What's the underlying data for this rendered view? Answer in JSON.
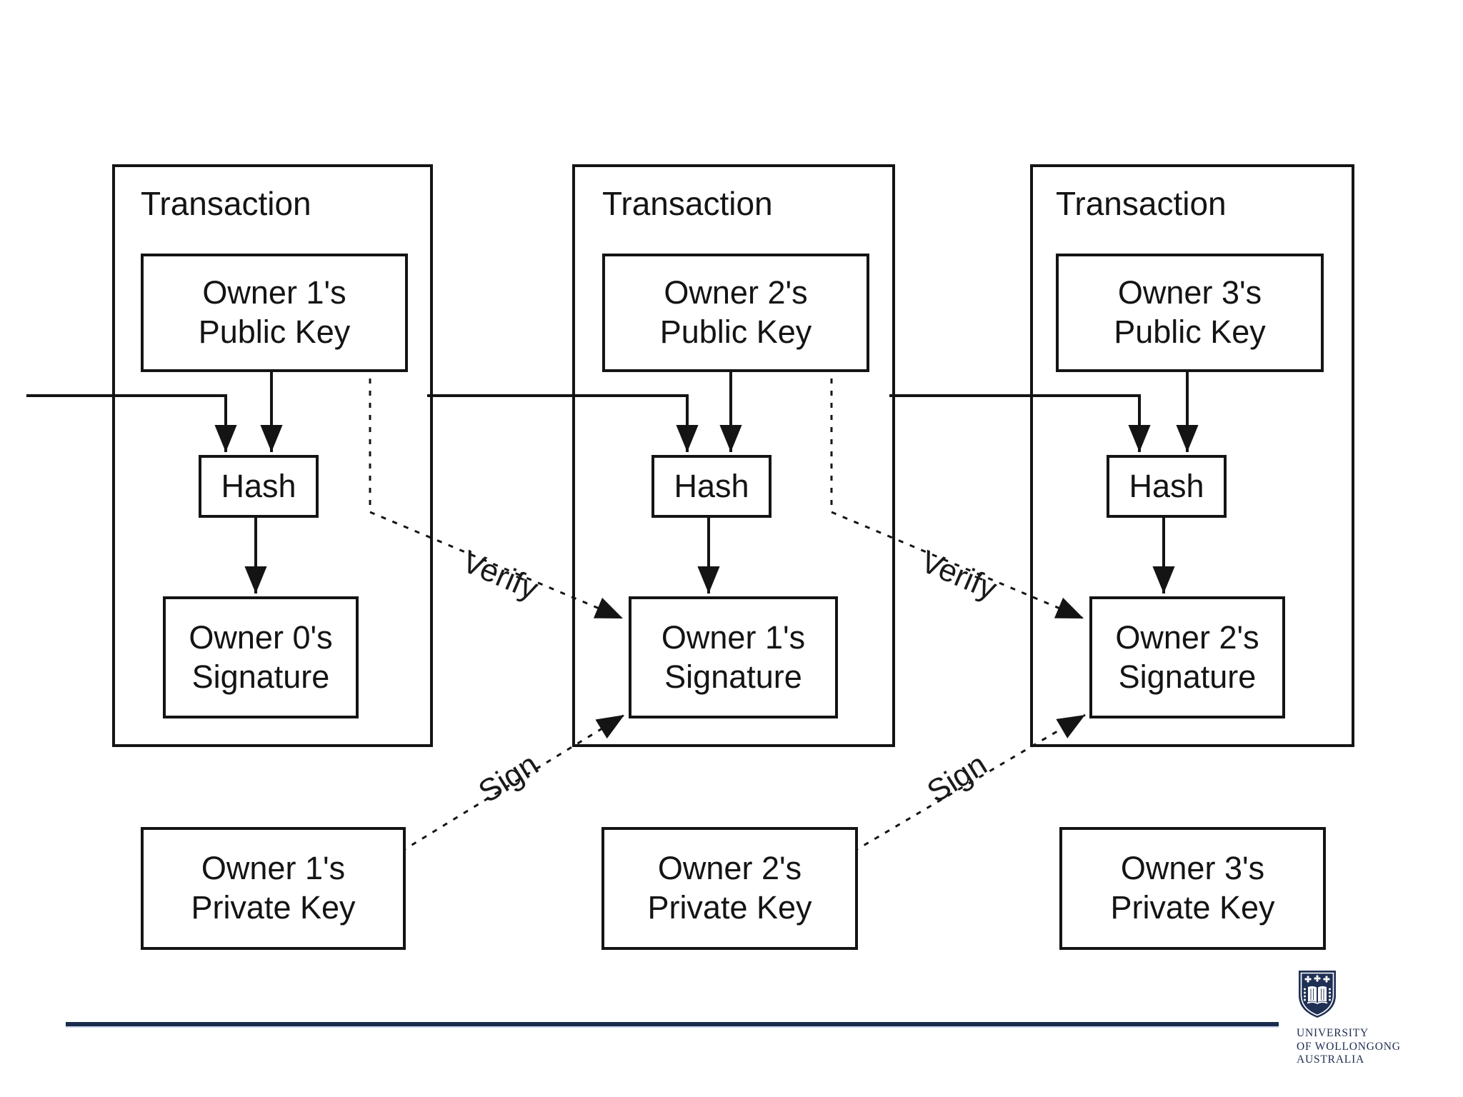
{
  "slide": {
    "background": "#ffffff",
    "ink_color": "#141414"
  },
  "diagram": {
    "transactions": [
      {
        "title": "Transaction",
        "public_key": "Owner 1's\nPublic Key",
        "hash_label": "Hash",
        "signature": "Owner 0's\nSignature"
      },
      {
        "title": "Transaction",
        "public_key": "Owner 2's\nPublic Key",
        "hash_label": "Hash",
        "signature": "Owner 1's\nSignature"
      },
      {
        "title": "Transaction",
        "public_key": "Owner 3's\nPublic Key",
        "hash_label": "Hash",
        "signature": "Owner 2's\nSignature"
      }
    ],
    "private_keys": [
      {
        "label": "Owner 1's\nPrivate Key"
      },
      {
        "label": "Owner 2's\nPrivate Key"
      },
      {
        "label": "Owner 3's\nPrivate Key"
      }
    ],
    "edge_labels": {
      "verify": "Verify",
      "sign": "Sign"
    }
  },
  "footer": {
    "rule_color": "#1b2b4c",
    "logo": {
      "color": "#1d2c4e",
      "lines": [
        "UNIVERSITY",
        "OF WOLLONGONG",
        "AUSTRALIA"
      ]
    }
  }
}
